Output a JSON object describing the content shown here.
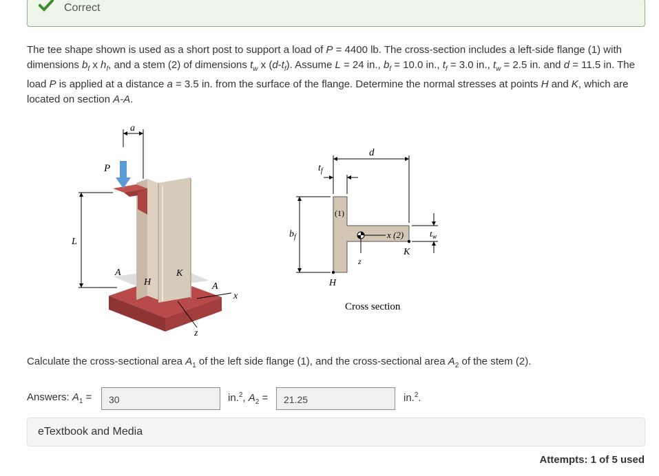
{
  "status": {
    "label": "Correct",
    "icon": "checkmark-icon",
    "color": "#3c8a2e"
  },
  "problem": {
    "p1": "The tee shape shown is used as a short post to support a load of ",
    "P_sym": "P",
    "p2": " = 4400 lb. The cross-section includes a left-side flange (1) with dimensions ",
    "bf_b": "b",
    "bf_sub": "f",
    "x1": " x ",
    "hf_h": "h",
    "hf_sub": "f",
    "p3": ", and a stem (2) of dimensions ",
    "tw_t": "t",
    "tw_sub": "w",
    "x2": " x (",
    "d_sym": "d",
    "dash": "-",
    "tf_t": "t",
    "tf_sub": "f",
    "p4": "). Assume ",
    "L_sym": "L",
    "p5": " = 24 in., ",
    "bf2_b": "b",
    "bf2_sub": "f",
    "p6": " = 10.0 in., ",
    "tf2_t": "t",
    "tf2_sub": "f",
    "p7": " = 3.0 in., ",
    "tw2_t": "t",
    "tw2_sub": "w",
    "p8": " = 2.5 in. and ",
    "d2_sym": "d",
    "p9": " = 11.5 in. The load ",
    "P2_sym": "P",
    "p10": " is applied at a distance ",
    "a_sym": "a",
    "p11": " = 3.5 in. from the surface of the flange. Determine the normal stresses at points ",
    "H_sym": "H",
    "p12": " and ",
    "K_sym": "K",
    "p13": ", which are located on section ",
    "AA_sym": "A-A",
    "p14": "."
  },
  "figure": {
    "left": {
      "a": "a",
      "P": "P",
      "L": "L",
      "A1": "A",
      "H": "H",
      "K": "K",
      "A2": "A",
      "x": "x",
      "z": "z"
    },
    "right": {
      "d": "d",
      "tf": "t",
      "tf_sub": "f",
      "bf": "b",
      "bf_sub": "f",
      "one": "(1)",
      "x2": "x (2)",
      "tw": "t",
      "tw_sub": "w",
      "K": "K",
      "z": "z",
      "H": "H",
      "caption": "Cross section"
    }
  },
  "question": {
    "q1": "Calculate the cross-sectional area ",
    "A1_A": "A",
    "A1_sub": "1",
    "q2": " of the left side flange (1), and the cross-sectional area ",
    "A2_A": "A",
    "A2_sub": "2",
    "q3": " of the stem (2)."
  },
  "answers": {
    "prefix": "Answers: ",
    "A1_A": "A",
    "A1_sub": "1",
    "eq1": " =",
    "A1_value": "30",
    "unit1": "in.",
    "unit1_sup": "2",
    "sep": ", ",
    "A2_A": "A",
    "A2_sub": "2",
    "eq2": " =",
    "A2_value": "21.25",
    "unit2": "in.",
    "unit2_sup": "2",
    "unit2_dot": "."
  },
  "etextbook": {
    "label": "eTextbook and Media"
  },
  "attempts": {
    "label": "Attempts: 1 of 5 used"
  }
}
